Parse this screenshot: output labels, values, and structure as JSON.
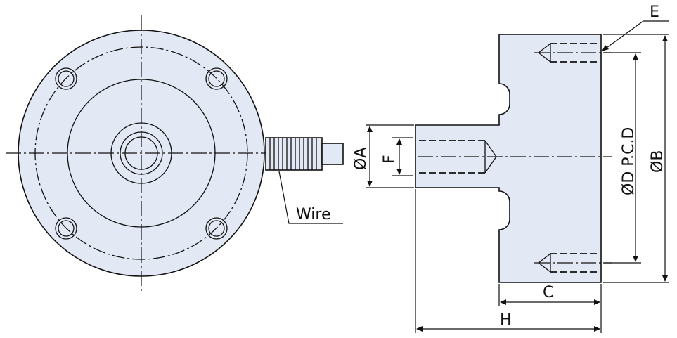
{
  "labels": {
    "wire": "Wire",
    "dim_a": "ØA",
    "dim_b": "ØB",
    "dim_c": "C",
    "dim_d": "ØD P.C.D",
    "dim_e": "E",
    "dim_f": "F",
    "dim_h": "H"
  },
  "colors": {
    "fill": "#e3e9f4",
    "line": "#111111"
  }
}
